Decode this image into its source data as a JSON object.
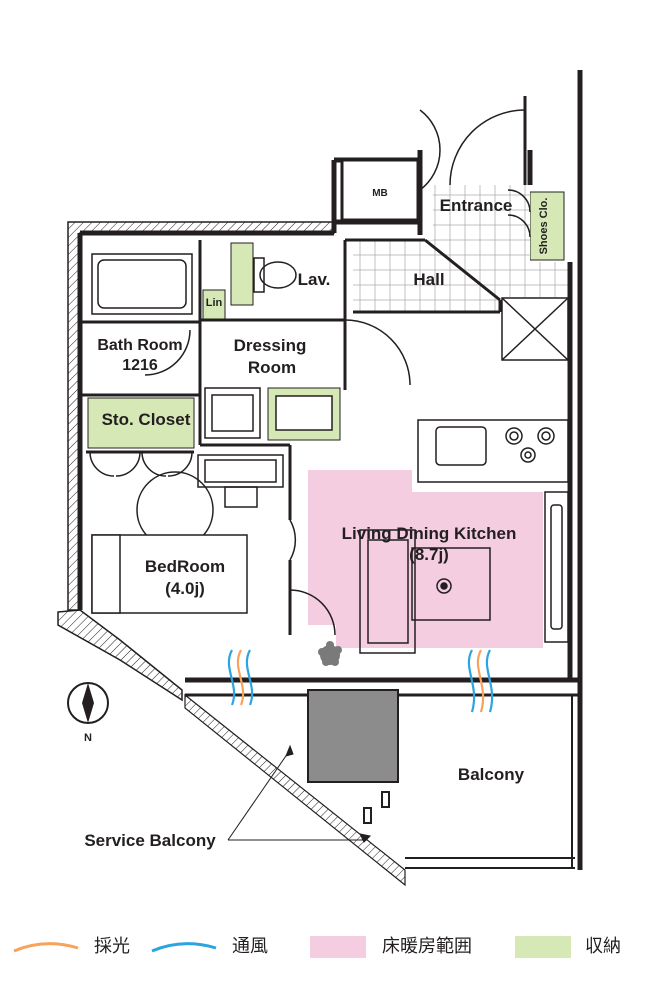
{
  "rooms": {
    "mb": "MB",
    "entrance": "Entrance",
    "shoes_closet": "Shoes Clo.",
    "hall": "Hall",
    "lav": "Lav.",
    "linen": "Lin",
    "bath_room": "Bath Room",
    "bath_size": "1216",
    "dressing_line1": "Dressing",
    "dressing_line2": "Room",
    "storage_closet": "Sto. Closet",
    "ldk_line1": "Living Dining Kitchen",
    "ldk_line2": "(8.7j)",
    "bedroom_line1": "BedRoom",
    "bedroom_line2": "(4.0j)",
    "balcony": "Balcony",
    "service_balcony": "Service Balcony"
  },
  "compass": {
    "north_label": "N"
  },
  "legend": [
    {
      "key": "daylight",
      "label": "採光",
      "color": "#f7a35c"
    },
    {
      "key": "ventilation",
      "label": "通風",
      "color": "#2ba4e0"
    },
    {
      "key": "floor_heating",
      "label": "床暖房範囲",
      "color": "#f4cde1"
    },
    {
      "key": "storage",
      "label": "収納",
      "color": "#d5e8b5"
    }
  ],
  "colors": {
    "wall": "#231f20",
    "floor_heating": "#f4cde1",
    "storage": "#d5e8b5",
    "shaft": "#8c8c8c",
    "daylight": "#f7a35c",
    "ventilation": "#2ba4e0"
  }
}
